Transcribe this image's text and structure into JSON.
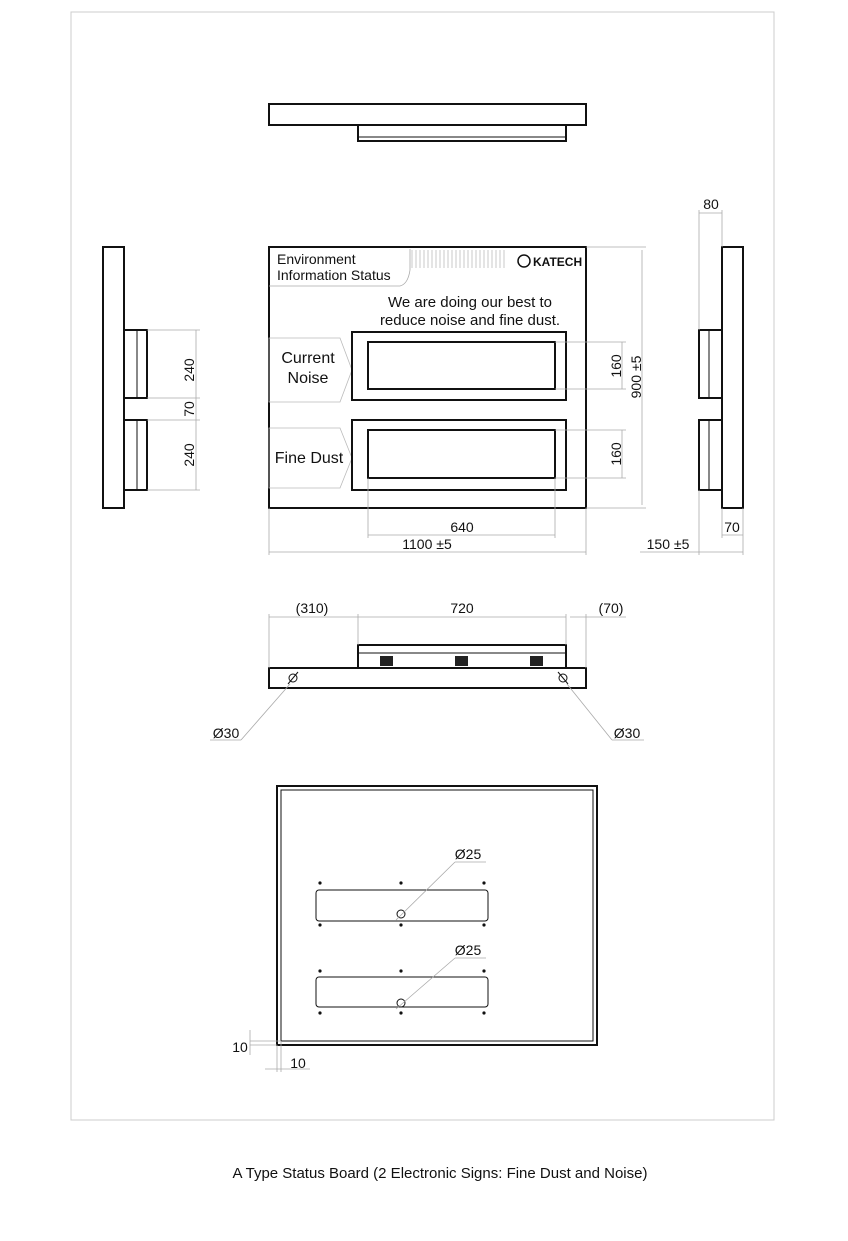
{
  "board": {
    "title_line1": "Environment",
    "title_line2": "Information Status",
    "brand": "KATECH",
    "message_line1": "We are doing our best to",
    "message_line2": "reduce noise and fine dust.",
    "label_noise_line1": "Current",
    "label_noise_line2": "Noise",
    "label_dust": "Fine Dust"
  },
  "dimensions": {
    "side_240_a": "240",
    "side_70": "70",
    "side_240_b": "240",
    "display_160_a": "160",
    "display_160_b": "160",
    "height": "900 ±5",
    "display_width": "640",
    "width": "1100 ±5",
    "depth_top": "80",
    "depth_total": "150 ±5",
    "depth_70": "70",
    "left_offset": "(310)",
    "mount_width": "720",
    "right_offset": "(70)",
    "hole_left": "Ø30",
    "hole_right": "Ø30",
    "back_hole_1": "Ø25",
    "back_hole_2": "Ø25",
    "margin_v": "10",
    "margin_h": "10"
  },
  "caption": "A Type Status Board (2 Electronic Signs: Fine Dust and Noise)"
}
